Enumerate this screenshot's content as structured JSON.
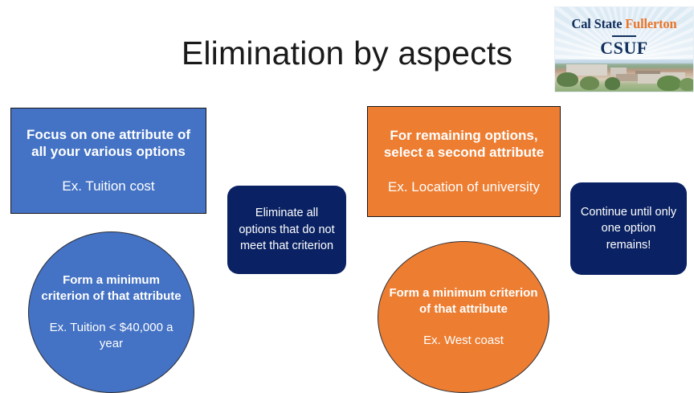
{
  "slide": {
    "title": "Elimination by aspects",
    "background": "#ffffff"
  },
  "logo": {
    "wordmark_part1": "Cal State ",
    "wordmark_part2": "Fullerton",
    "acronym": "CSUF",
    "navy": "#12305e",
    "orange": "#e8762c"
  },
  "colors": {
    "blue": "#4472c4",
    "orange": "#ed7d31",
    "navy": "#0a2263",
    "outline": "#17171a",
    "text_on_fill": "#ffffff"
  },
  "flow": {
    "step1_box": {
      "heading": "Focus on one attribute of all your various options",
      "example": "Ex. Tuition cost"
    },
    "step1_circle": {
      "heading": "Form a minimum criterion of that attribute",
      "example": "Ex. Tuition < $40,000 a year"
    },
    "note1": {
      "text": "Eliminate all options that do not meet that criterion"
    },
    "step2_box": {
      "heading": "For remaining options, select a second attribute",
      "example": "Ex. Location of university"
    },
    "step2_circle": {
      "heading": "Form a minimum criterion of that attribute",
      "example": "Ex. West coast"
    },
    "note2": {
      "text": "Continue until only one option remains!"
    }
  }
}
